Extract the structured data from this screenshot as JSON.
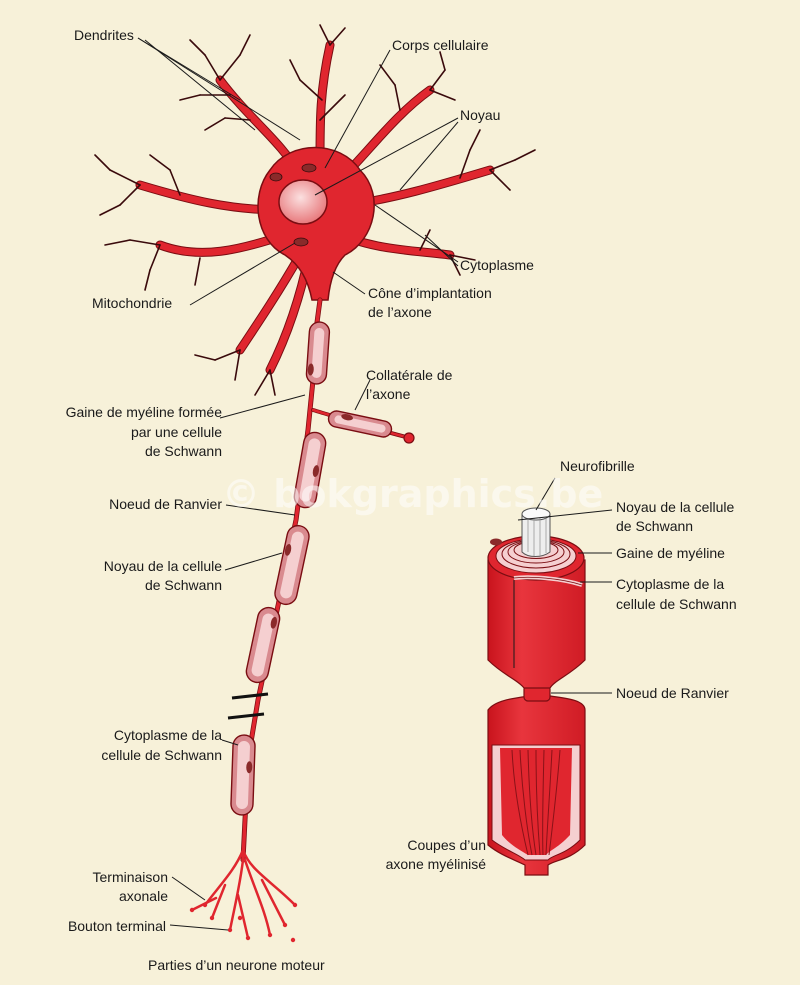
{
  "labels": {
    "dendrites": "Dendrites",
    "corps": "Corps cellulaire",
    "noyau": "Noyau",
    "cytoplasme": "Cytoplasme",
    "cone_1": "Cône d’implantation",
    "cone_2": "de l’axone",
    "mitochondrie": "Mitochondrie",
    "collaterale_1": "Collatérale de",
    "collaterale_2": "l’axone",
    "gaine_1": "Gaine de myéline formée",
    "gaine_2": "par une cellule",
    "gaine_3": "de Schwann",
    "noeud": "Noeud de Ranvier",
    "noyau_schwann_1": "Noyau de la cellule",
    "noyau_schwann_2": "de Schwann",
    "cyto_schwann_1": "Cytoplasme de la",
    "cyto_schwann_2": "cellule de Schwann",
    "terminaison_1": "Terminaison",
    "terminaison_2": "axonale",
    "bouton": "Bouton terminal",
    "neurofibrille": "Neurofibrille",
    "r_noyau_1": "Noyau de la cellule",
    "r_noyau_2": "de Schwann",
    "r_gaine": "Gaine de myéline",
    "r_cyto_1": "Cytoplasme de la",
    "r_cyto_2": "cellule de Schwann",
    "r_noeud": "Noeud de Ranvier",
    "coupes_1": "Coupes d’un",
    "coupes_2": "axone myélinisé",
    "caption": "Parties d’un neurone moteur",
    "watermark": "© bokgraphics.be"
  },
  "colors": {
    "background": "#f7f1d9",
    "neuron_red": "#e0262f",
    "outline": "#7a0d12",
    "myelin_pink": "#f5cfd0",
    "myelin_mid": "#d98a8f",
    "nucleus": "#f29a9a",
    "mitochondria": "#8a2a2a"
  }
}
